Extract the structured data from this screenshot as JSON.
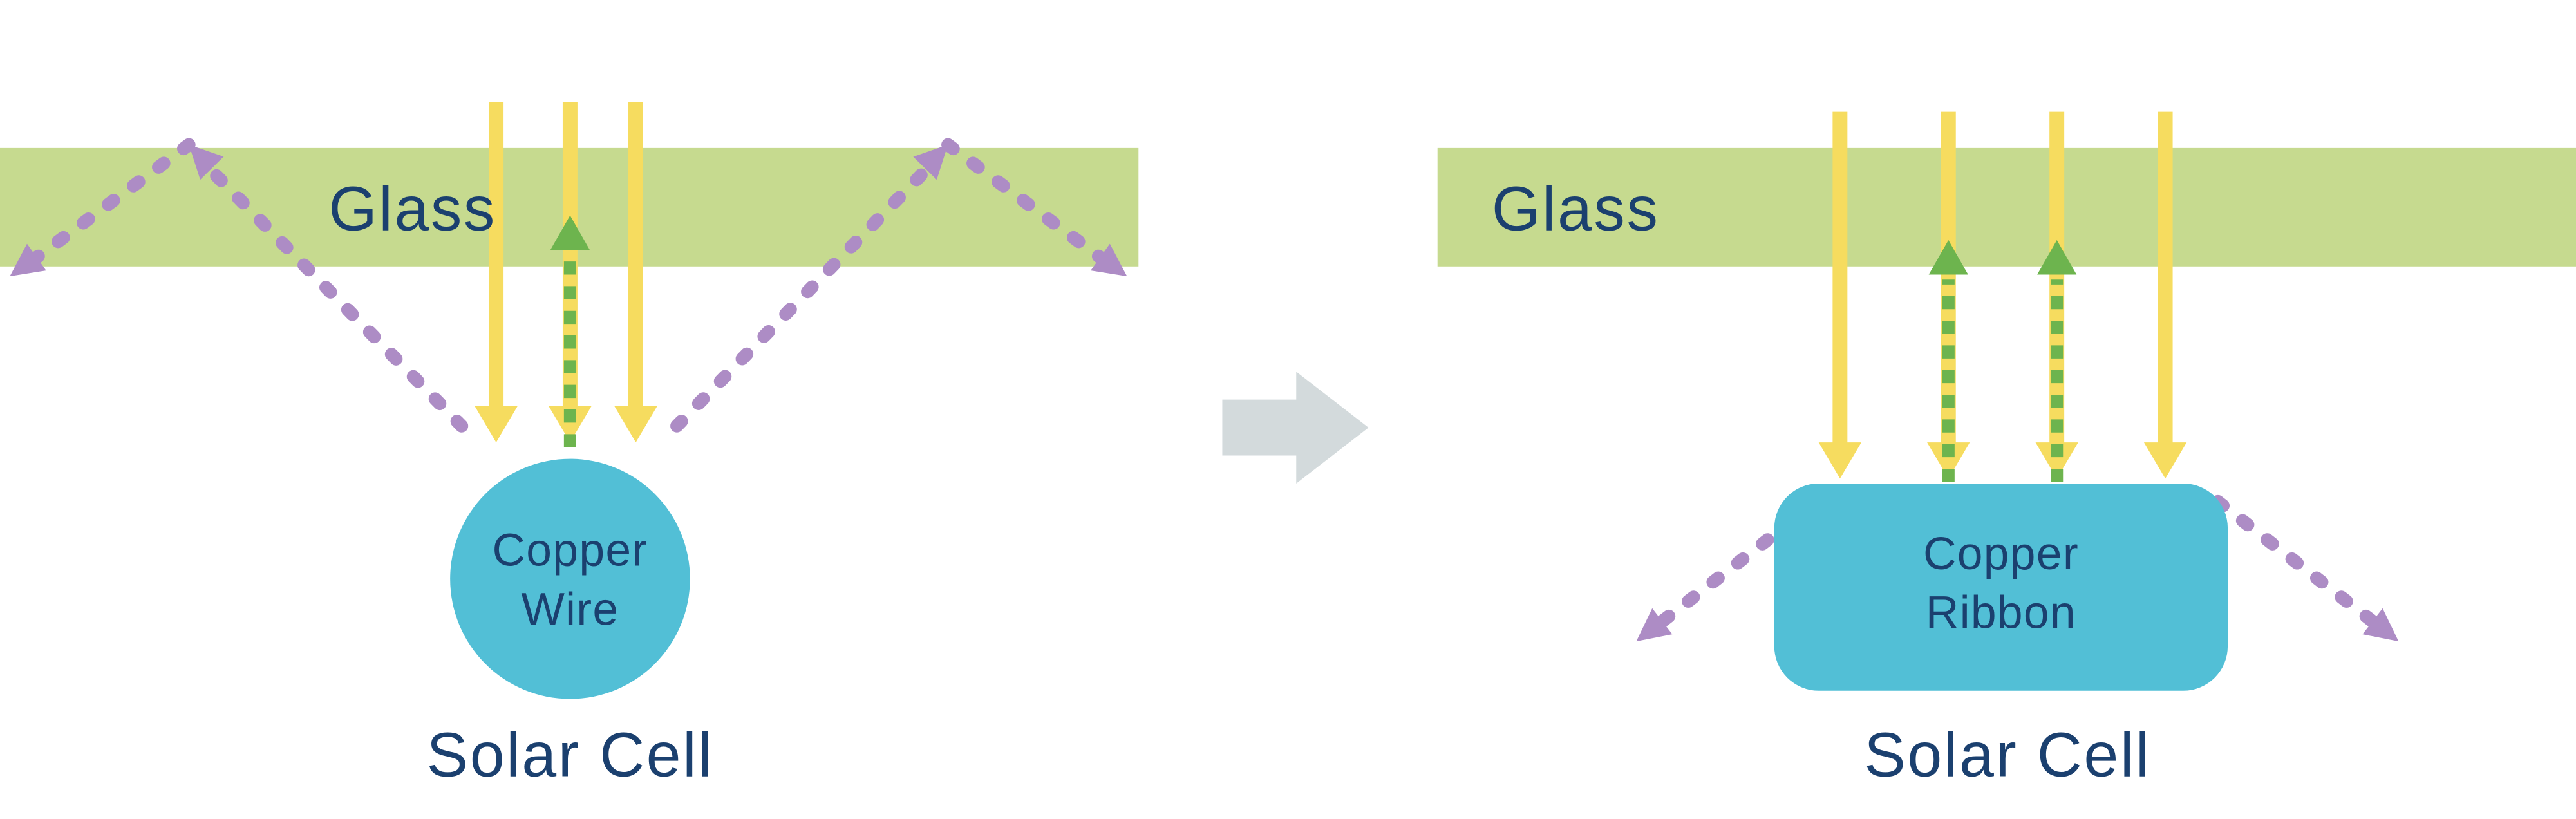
{
  "colors": {
    "glass": "#c6da8f",
    "navy": "#1b406f",
    "sunlight": "#f6dc5f",
    "reflect": "#6db44e",
    "scatter": "#ad8cc5",
    "copper": "#52bfd6",
    "transition": "#d3dadc",
    "bg": "#ffffff"
  },
  "left": {
    "glass_label": "Glass",
    "component": {
      "line1": "Copper",
      "line2": "Wire"
    },
    "cell_label": "Solar Cell"
  },
  "right": {
    "glass_label": "Glass",
    "component": {
      "line1": "Copper",
      "line2": "Ribbon"
    },
    "cell_label": "Solar Cell"
  },
  "icons": {
    "transition": "right-block-arrow"
  }
}
